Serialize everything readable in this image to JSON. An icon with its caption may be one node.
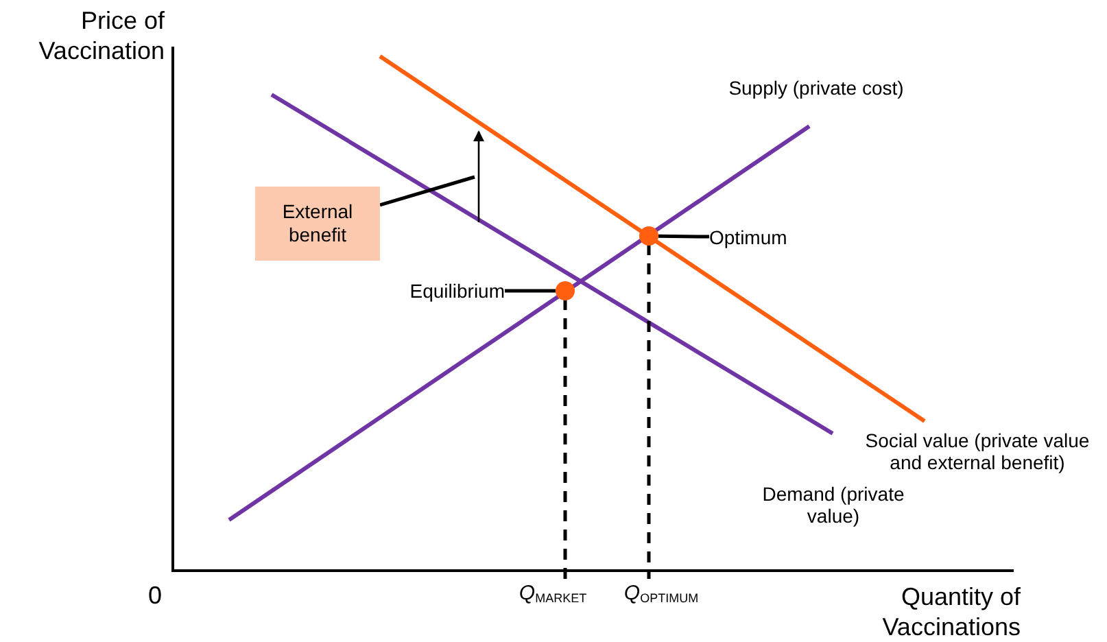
{
  "diagram": {
    "nodes": [
      {
        "text": [
          "External benefit"
        ]
      },
      {
        "text": [
          "Equilibrium"
        ]
      },
      {
        "text": [
          "Optimum"
        ]
      },
      {
        "text": [],
        "shape": "circle"
      },
      {
        "text": [],
        "shape": "circle"
      }
    ],
    "edges": [
      {
        "from": 0,
        "to": null,
        "arrow": "none"
      },
      {
        "from": 1,
        "to": 3,
        "arrow": "none"
      },
      {
        "from": 2,
        "to": 4,
        "arrow": "none"
      }
    ],
    "labels": [
      "Price of Vaccination",
      "Supply (private cost)",
      "Social value (private value and external benefit)",
      "Demand (private value)",
      "0",
      "*Q*$_{MARKET}$",
      "*Q*$_{OPTIMUM}$",
      "Quantity of Vaccinations"
    ]
  }
}
